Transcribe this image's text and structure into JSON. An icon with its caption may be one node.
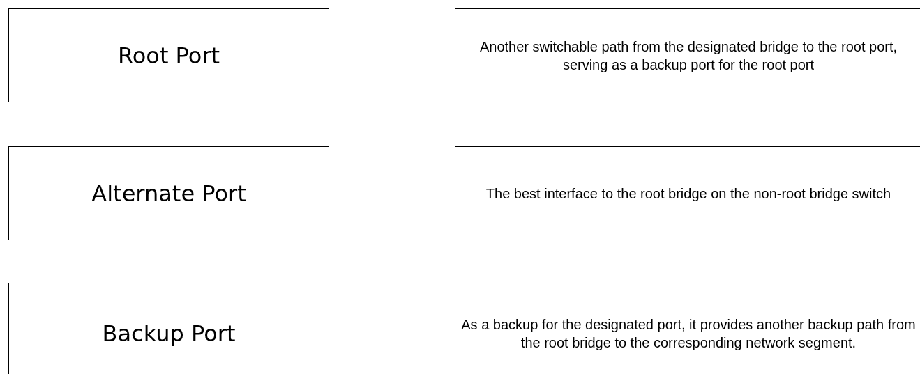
{
  "diagram": {
    "nodes": [
      {
        "text": [
          "Root Port"
        ]
      },
      {
        "text": [
          "Another switchable path from the designated bridge to the root port, serving as a backup port for the root port"
        ]
      },
      {
        "text": [
          "Alternate Port"
        ]
      },
      {
        "text": [
          "The best interface to the root bridge on the non-root bridge switch"
        ]
      },
      {
        "text": [
          "Backup Port"
        ]
      },
      {
        "text": [
          "As a backup for the designated port, it provides another backup path from the root bridge to the corresponding network segment."
        ]
      }
    ]
  }
}
